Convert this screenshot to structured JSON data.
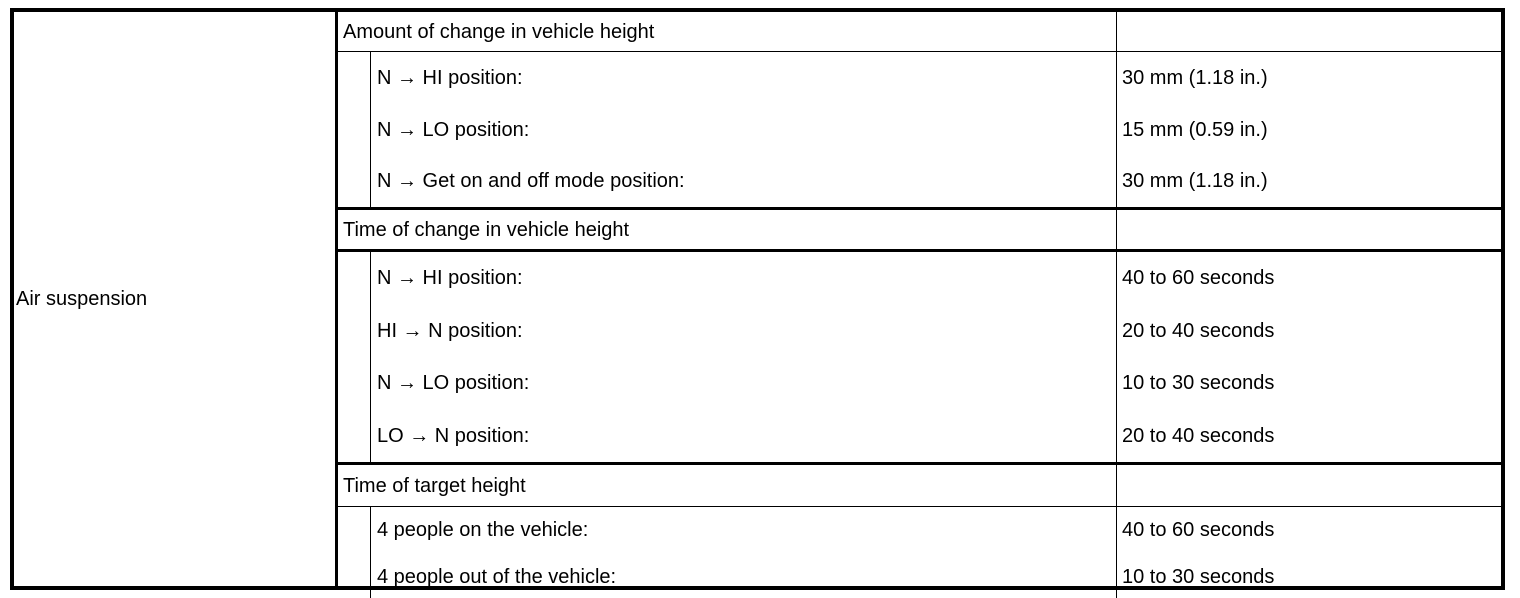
{
  "table": {
    "category": "Air suspension",
    "sections": [
      {
        "header": "Amount of change in vehicle height",
        "header_value": "",
        "rows": [
          {
            "label": "N → HI position:",
            "value": "30 mm (1.18 in.)"
          },
          {
            "label": "N → LO position:",
            "value": "15 mm (0.59 in.)"
          },
          {
            "label": "N → Get on and off mode position:",
            "value": "30 mm (1.18 in.)"
          }
        ]
      },
      {
        "header": "Time of change in vehicle height",
        "header_value": "",
        "rows": [
          {
            "label": "N → HI position:",
            "value": "40 to 60 seconds"
          },
          {
            "label": "HI → N position:",
            "value": "20 to 40 seconds"
          },
          {
            "label": "N → LO position:",
            "value": "10 to 30 seconds"
          },
          {
            "label": "LO → N position:",
            "value": "20 to 40 seconds"
          }
        ]
      },
      {
        "header": "Time of target height",
        "header_value": "",
        "rows": [
          {
            "label": "4 people on the vehicle:",
            "value": "40 to 60 seconds"
          },
          {
            "label": "4 people out of the vehicle:",
            "value": "10 to 30 seconds"
          }
        ]
      }
    ]
  },
  "colors": {
    "border": "#000000",
    "text": "#000000",
    "background": "#ffffff"
  }
}
